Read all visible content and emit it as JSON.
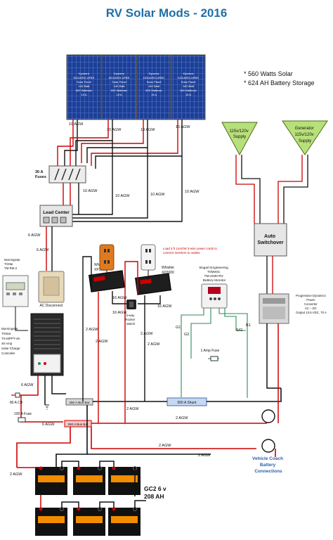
{
  "title": "RV Solar Mods - 2016",
  "specs": [
    "* 560 Watts Solar",
    "* 624 AH Battery Storage"
  ],
  "panel_text": [
    "Kyocera",
    "KD140SX-UFBS",
    "Solar Panel",
    "140 Watt",
    "600 Wattmax",
    "15 A"
  ],
  "colors": {
    "title": "#1f6fa8",
    "positive": "#cc0000",
    "negative": "#111111",
    "sense": "#2e8b57",
    "panel": "#1c3f99",
    "supply": "#b8e07a",
    "connection_label": "#2b5fa8"
  },
  "labels": {
    "wire_10agw": "10 AGW",
    "wire_6agw": "6 AGW",
    "wire_16agw": "16 AGW",
    "wire_2agw": "2 AGW",
    "fuses": "30 A\nFuses",
    "lead_center": "Lead Center",
    "ac_disconnect": "AC Disconnect",
    "ts_meter": "Morningstar\nTriStar\nTM-RM-2",
    "charge_controller": "Morningstar\nTriStar\nTS-MPPT-45\n45 Amp\nSolar Charge\nController",
    "xp1600": "Whistler\nXP1600",
    "xp2000": "Whistler\nXP2000",
    "rocker": "3-way\nRocker\nswitch",
    "outlet_note": "Load 3 ft 14AGW 3-wire power cords to\nconnect inverters to outlets",
    "monitor": "Bogart Engineering\nTriMetric\nTM-2030-RV\nBattery Monitor",
    "fuse_1amp": "1 Amp Fuse",
    "g1": "G1",
    "g2": "G2",
    "b1": "B1",
    "sig": "SIG",
    "supply_left": "115v/120v\nSupply",
    "supply_right": "Generator\n115v/120v\nSupply",
    "auto_switchover": "Auto\nSwitchover",
    "converter": "Progressive Dynamics\nPower\nConverter\nAC – DC\nOutput 13.6 VDC, 70 A",
    "cb_80a": "80 A CB",
    "fuse_100a": "100 A Fuse",
    "bus_bar_top": "250 A Bus Bar",
    "bus_bar_bottom": "250 A Bus Bar",
    "shunt": "500 A Shunt",
    "vehicle_connections": "Vehicle Coach\nBattery\nConnections",
    "battery_spec": "GC2 6 v\n208 AH"
  }
}
